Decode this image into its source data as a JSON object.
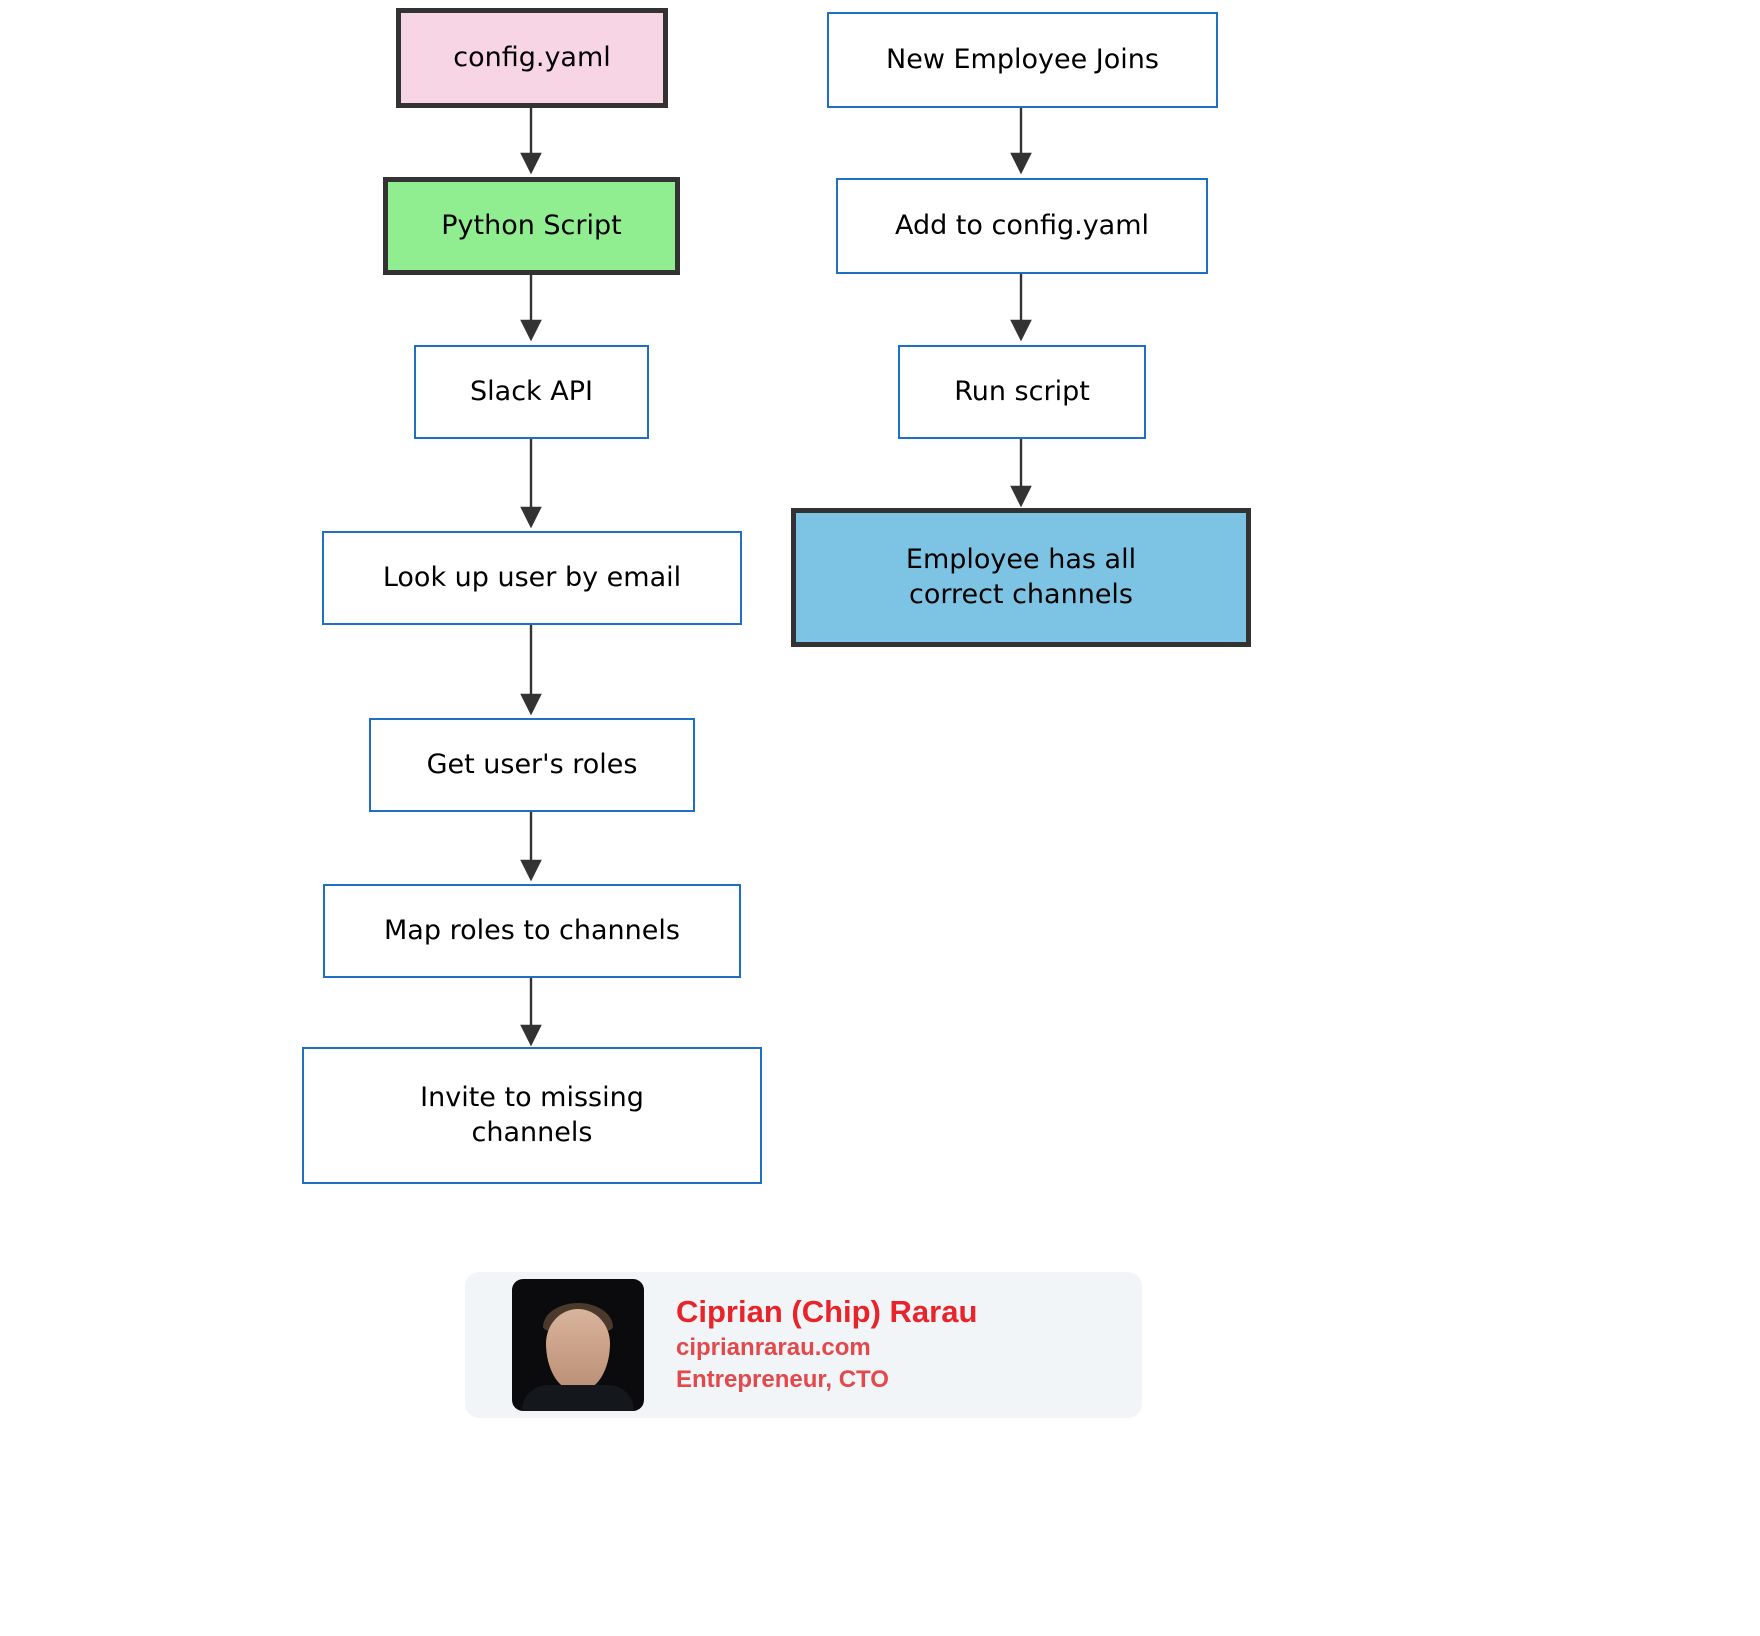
{
  "diagram": {
    "type": "flowchart",
    "orientation": "top-to-bottom",
    "columns": [
      {
        "name": "script-flow",
        "nodes": [
          {
            "id": "config-yaml",
            "label": "config.yaml",
            "style": "pink-thick"
          },
          {
            "id": "python-script",
            "label": "Python Script",
            "style": "green-thick"
          },
          {
            "id": "slack-api",
            "label": "Slack API",
            "style": "plain"
          },
          {
            "id": "lookup-user",
            "label": "Look up user by email",
            "style": "plain"
          },
          {
            "id": "get-roles",
            "label": "Get user's roles",
            "style": "plain"
          },
          {
            "id": "map-roles",
            "label": "Map roles to channels",
            "style": "plain"
          },
          {
            "id": "invite",
            "label": "Invite to missing\nchannels",
            "style": "plain"
          }
        ]
      },
      {
        "name": "onboarding-flow",
        "nodes": [
          {
            "id": "new-employee",
            "label": "New Employee Joins",
            "style": "plain"
          },
          {
            "id": "add-config",
            "label": "Add to config.yaml",
            "style": "plain"
          },
          {
            "id": "run-script",
            "label": "Run script",
            "style": "plain"
          },
          {
            "id": "employee-done",
            "label": "Employee has all\ncorrect channels",
            "style": "skyblue-thick"
          }
        ]
      }
    ],
    "colors": {
      "node_border_blue": "#1f6fc4",
      "node_border_dark": "#333333",
      "fill_pink": "#f8d5e4",
      "fill_green": "#90ee90",
      "fill_skyblue": "#7dc4e4",
      "fill_white": "#ffffff",
      "arrow": "#333333",
      "text": "#000000"
    }
  },
  "author_card": {
    "name": "Ciprian (Chip) Rarau",
    "website": "ciprianrarau.com",
    "title": "Entrepreneur, CTO",
    "avatar_alt": "portrait-photo",
    "colors": {
      "background": "#f2f5f8",
      "name_color": "#e8232a",
      "sub_color": "#e3484a"
    }
  }
}
